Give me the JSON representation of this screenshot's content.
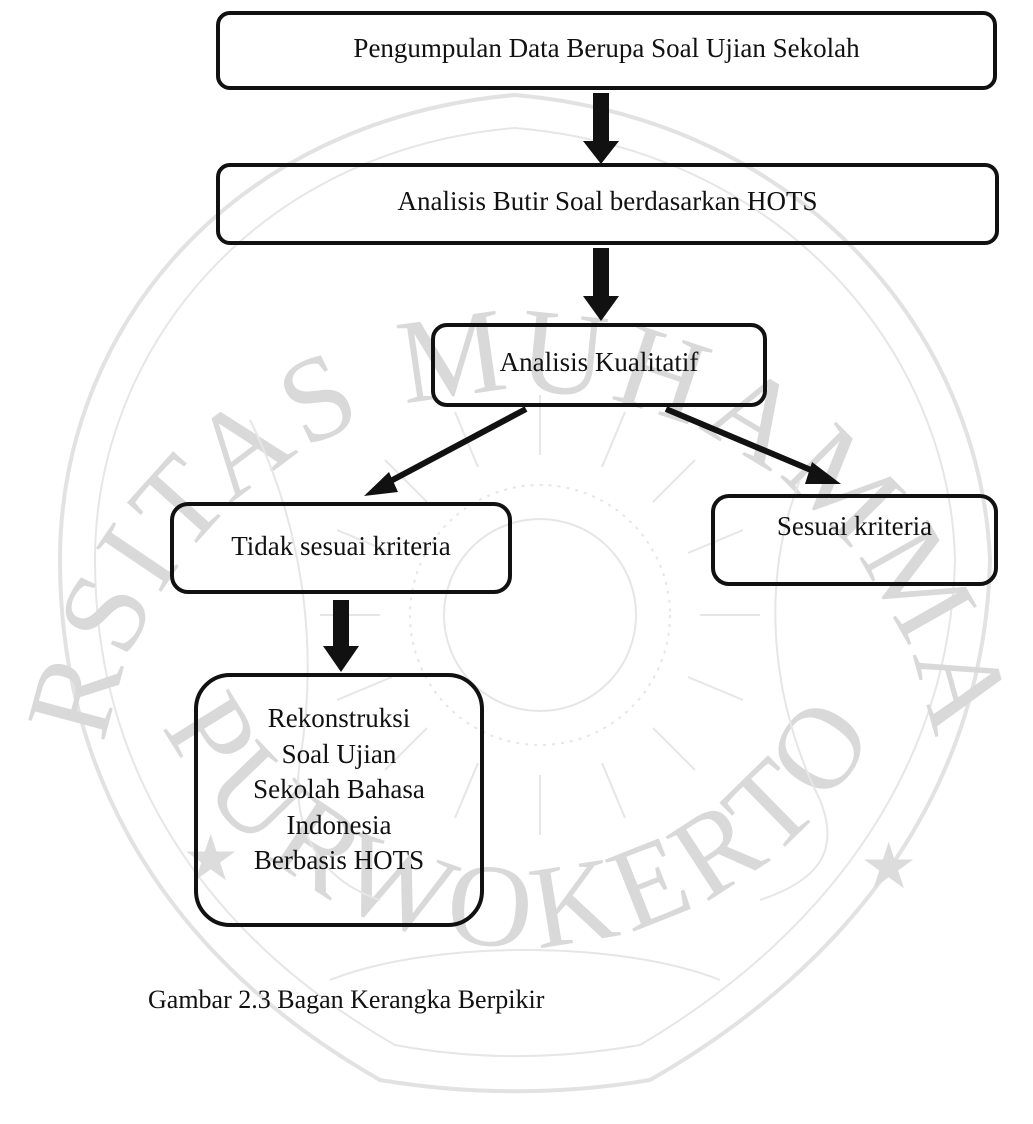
{
  "watermark": {
    "arc_top": "UNIVERSITAS MUHAMMADIYAH",
    "arc_bottom": "PURWOKERTO",
    "star_symbol": "★",
    "color": "#d9d9d9"
  },
  "flowchart": {
    "nodes": {
      "data_collection": "Pengumpulan Data Berupa Soal Ujian Sekolah",
      "item_analysis": "Analisis Butir Soal berdasarkan HOTS",
      "qualitative_analysis": "Analisis Kualitatif",
      "not_matching": "Tidak sesuai kriteria",
      "matching": "Sesuai kriteria",
      "reconstruction": "Rekonstruksi\nSoal Ujian\nSekolah Bahasa\nIndonesia\nBerbasis HOTS"
    },
    "edges": [
      {
        "from": "data_collection",
        "to": "item_analysis"
      },
      {
        "from": "item_analysis",
        "to": "qualitative_analysis"
      },
      {
        "from": "qualitative_analysis",
        "to": "not_matching"
      },
      {
        "from": "qualitative_analysis",
        "to": "matching"
      },
      {
        "from": "not_matching",
        "to": "reconstruction"
      }
    ],
    "line_color": "#111111"
  },
  "caption": "Gambar 2.3 Bagan Kerangka Berpikir"
}
